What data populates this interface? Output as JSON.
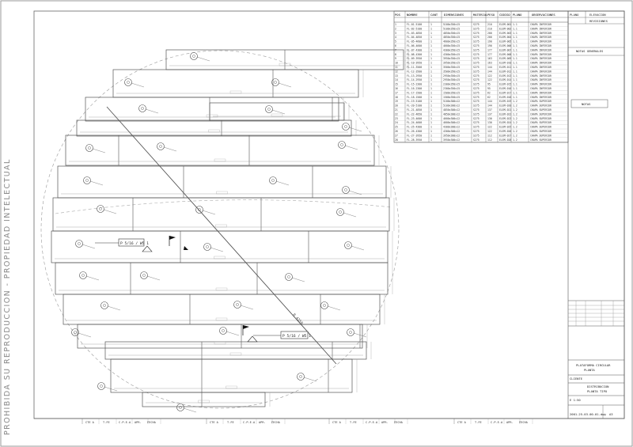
{
  "side_note": "PROHIBIDA SU REPRODUCCION - PROPIEDAD INTELECTUAL",
  "table": {
    "headers": [
      "POS",
      "NOMBRE",
      "CANT",
      "DIMENSIONES",
      "MATERIAL",
      "PESO",
      "CODIGO",
      "PLANO",
      "OBSERVACIONES"
    ],
    "rows": [
      [
        "1",
        "FL-01-5100",
        "1",
        "5100x350x15",
        "S275",
        "210",
        "ELEM-001",
        "1.1",
        "CHAPA INFERIOR"
      ],
      [
        "2",
        "FL-02-5100",
        "1",
        "5100x350x15",
        "S275",
        "210",
        "ELEM-002",
        "1.1",
        "CHAPA INFERIOR"
      ],
      [
        "3",
        "FL-03-4850",
        "1",
        "4850x350x15",
        "S275",
        "200",
        "ELEM-003",
        "1.1",
        "CHAPA INFERIOR"
      ],
      [
        "4",
        "FL-04-4850",
        "1",
        "4850x350x15",
        "S275",
        "200",
        "ELEM-004",
        "1.1",
        "CHAPA INFERIOR"
      ],
      [
        "5",
        "FL-05-4600",
        "1",
        "4600x350x15",
        "S275",
        "190",
        "ELEM-005",
        "1.1",
        "CHAPA INFERIOR"
      ],
      [
        "6",
        "FL-06-4600",
        "1",
        "4600x350x15",
        "S275",
        "190",
        "ELEM-006",
        "1.1",
        "CHAPA INFERIOR"
      ],
      [
        "7",
        "FL-07-4300",
        "1",
        "4300x350x15",
        "S275",
        "177",
        "ELEM-007",
        "1.1",
        "CHAPA INFERIOR"
      ],
      [
        "8",
        "FL-08-4300",
        "1",
        "4300x350x15",
        "S275",
        "177",
        "ELEM-008",
        "1.1",
        "CHAPA INFERIOR"
      ],
      [
        "9",
        "FL-09-3950",
        "1",
        "3950x350x15",
        "S275",
        "163",
        "ELEM-009",
        "1.1",
        "CHAPA INFERIOR"
      ],
      [
        "10",
        "FL-10-3950",
        "1",
        "3950x350x15",
        "S275",
        "163",
        "ELEM-010",
        "1.1",
        "CHAPA INFERIOR"
      ],
      [
        "11",
        "FL-11-3500",
        "1",
        "3500x350x15",
        "S275",
        "144",
        "ELEM-011",
        "1.1",
        "CHAPA INFERIOR"
      ],
      [
        "12",
        "FL-12-3500",
        "1",
        "3500x350x15",
        "S275",
        "144",
        "ELEM-012",
        "1.1",
        "CHAPA INFERIOR"
      ],
      [
        "13",
        "FL-13-2950",
        "1",
        "2950x350x15",
        "S275",
        "122",
        "ELEM-013",
        "1.1",
        "CHAPA INFERIOR"
      ],
      [
        "14",
        "FL-14-2950",
        "1",
        "2950x350x15",
        "S275",
        "122",
        "ELEM-014",
        "1.1",
        "CHAPA INFERIOR"
      ],
      [
        "15",
        "FL-15-2300",
        "1",
        "2300x350x15",
        "S275",
        "95",
        "ELEM-015",
        "1.1",
        "CHAPA INFERIOR"
      ],
      [
        "16",
        "FL-16-2300",
        "1",
        "2300x350x15",
        "S275",
        "95",
        "ELEM-016",
        "1.1",
        "CHAPA INFERIOR"
      ],
      [
        "17",
        "FL-17-1500",
        "1",
        "1500x350x15",
        "S275",
        "62",
        "ELEM-017",
        "1.1",
        "CHAPA INFERIOR"
      ],
      [
        "18",
        "FL-18-1500",
        "1",
        "1500x350x15",
        "S275",
        "62",
        "ELEM-018",
        "1.1",
        "CHAPA INFERIOR"
      ],
      [
        "19",
        "FL-19-5100",
        "1",
        "5100x300x12",
        "S275",
        "144",
        "ELEM-019",
        "1.2",
        "CHAPA SUPERIOR"
      ],
      [
        "20",
        "FL-20-5100",
        "1",
        "5100x300x12",
        "S275",
        "144",
        "ELEM-020",
        "1.2",
        "CHAPA SUPERIOR"
      ],
      [
        "21",
        "FL-21-4850",
        "1",
        "4850x300x12",
        "S275",
        "137",
        "ELEM-021",
        "1.2",
        "CHAPA SUPERIOR"
      ],
      [
        "22",
        "FL-22-4850",
        "1",
        "4850x300x12",
        "S275",
        "137",
        "ELEM-022",
        "1.2",
        "CHAPA SUPERIOR"
      ],
      [
        "23",
        "FL-23-4600",
        "1",
        "4600x300x12",
        "S275",
        "130",
        "ELEM-023",
        "1.2",
        "CHAPA SUPERIOR"
      ],
      [
        "24",
        "FL-24-4600",
        "1",
        "4600x300x12",
        "S275",
        "130",
        "ELEM-024",
        "1.2",
        "CHAPA SUPERIOR"
      ],
      [
        "25",
        "FL-25-4300",
        "1",
        "4300x300x12",
        "S275",
        "122",
        "ELEM-025",
        "1.2",
        "CHAPA SUPERIOR"
      ],
      [
        "26",
        "FL-26-4300",
        "1",
        "4300x300x12",
        "S275",
        "122",
        "ELEM-026",
        "1.2",
        "CHAPA SUPERIOR"
      ],
      [
        "27",
        "FL-27-3950",
        "1",
        "3950x300x12",
        "S275",
        "112",
        "ELEM-027",
        "1.2",
        "CHAPA SUPERIOR"
      ],
      [
        "28",
        "FL-28-3950",
        "1",
        "3950x300x12",
        "S275",
        "112",
        "ELEM-028",
        "1.2",
        "CHAPA SUPERIOR"
      ]
    ]
  },
  "title_block": {
    "top_label": "PLANO",
    "top_value": "ELEVACION",
    "top_sub": "REVISIONES",
    "note_header": "NOTAS GENERALES",
    "note_box": "NOTAS",
    "project_line1": "PLATAFORMA CIRCULAR",
    "project_line2": "PLANTA",
    "client": "CLIENTE",
    "title_main": "DISTRIBUCION",
    "title_sub": "PLANTA TIPO",
    "scale": "E 1:50",
    "drawing_no": "2001-25-03-00-01.dwg",
    "format": "A3"
  },
  "drawing": {
    "weld_symbol_1": "P 5/16 / W5 1",
    "weld_symbol_2": "P 5/16 / W5 1",
    "diagonal_label": "R 4250"
  },
  "bottom_strip": {
    "groups": [
      [
        "CTE A",
        "T.FE",
        "C.P.E.A",
        "APR.",
        "FECHA"
      ],
      [
        "CTE A",
        "T.FE",
        "C.P.E.A",
        "APR.",
        "FECHA"
      ],
      [
        "CTE A",
        "T.FE",
        "C.P.E.A",
        "APR.",
        "FECHA"
      ],
      [
        "CTE A",
        "T.FE",
        "C.P.E.A",
        "APR.",
        "FECHA"
      ]
    ]
  }
}
